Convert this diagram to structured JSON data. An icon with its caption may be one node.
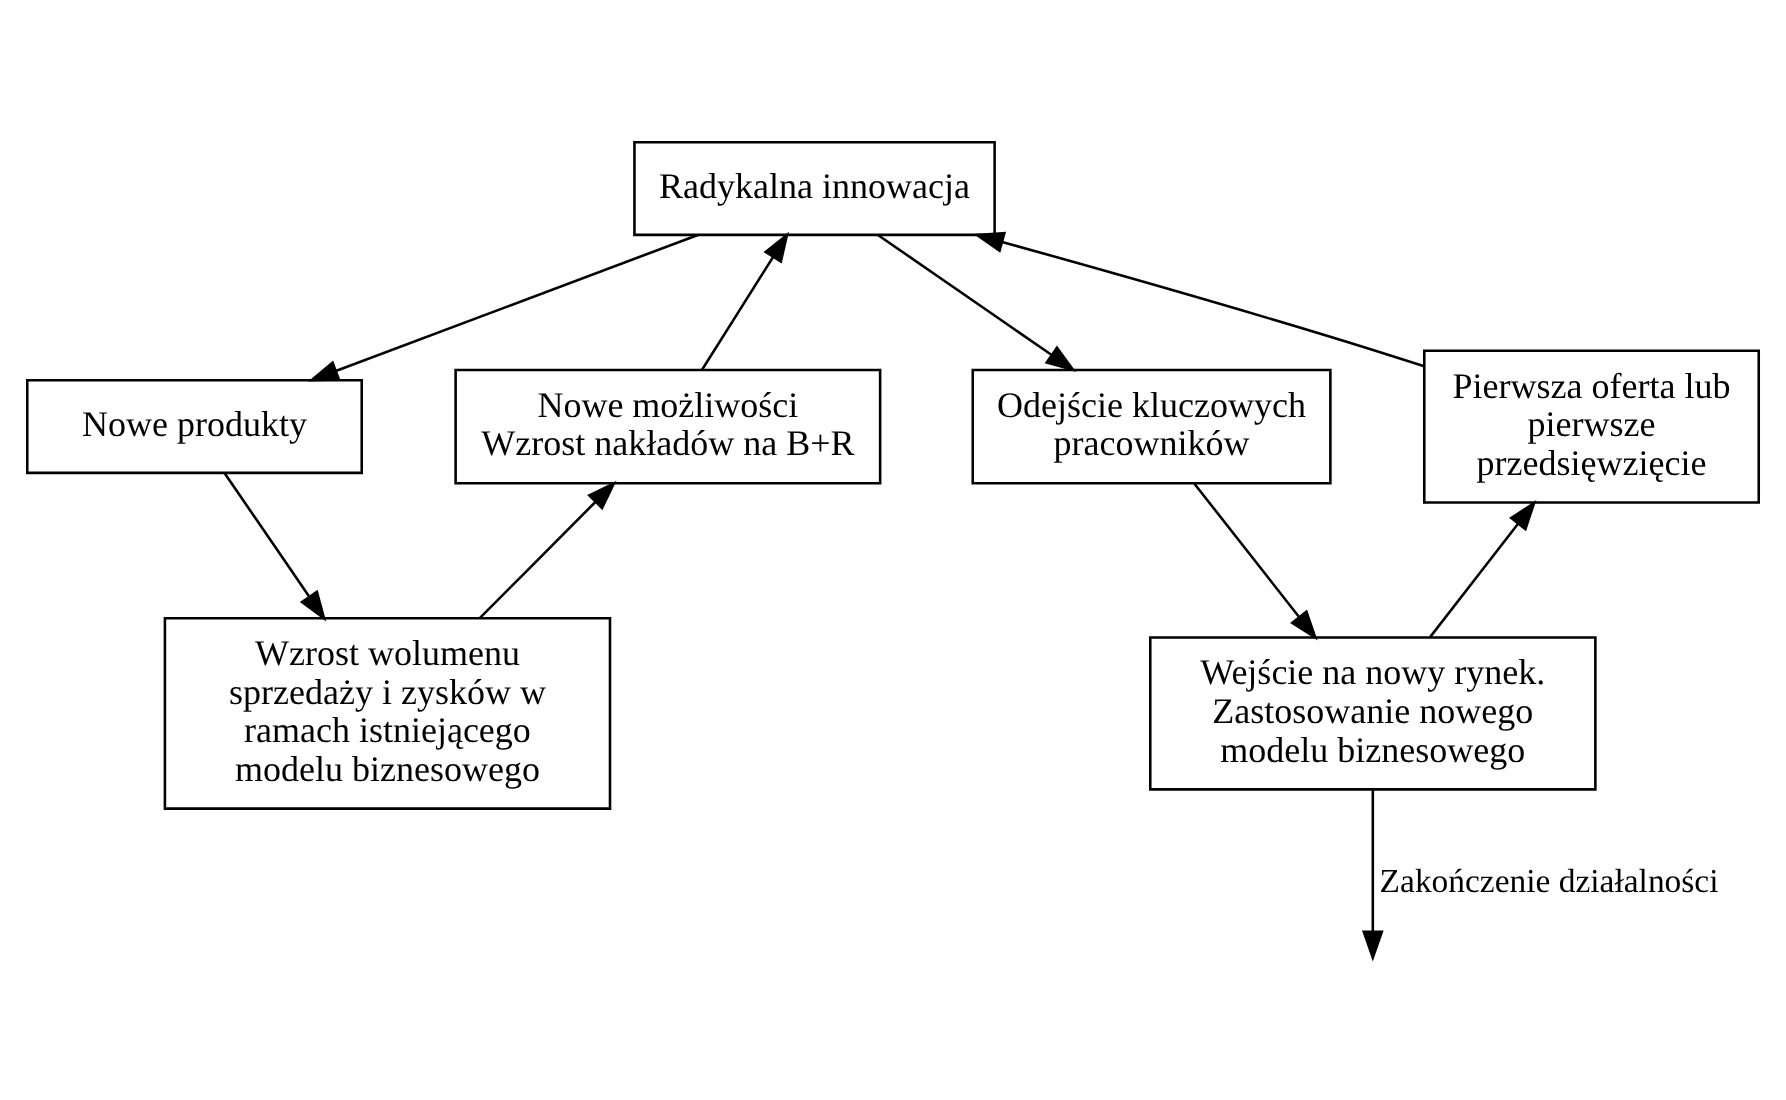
{
  "diagram": {
    "nodes": [
      {
        "text": [
          "Radykalna innowacja"
        ]
      },
      {
        "text": [
          "Pierwsza oferta lub pierwsze przedsięwzięcie"
        ]
      },
      {
        "text": [
          "Nowe możliwości",
          "Wzrost nakładów na B+R"
        ]
      },
      {
        "text": [
          "Nowe produkty"
        ]
      },
      {
        "text": [
          "Odejście kluczowych pracowników"
        ]
      },
      {
        "text": [
          "Wzrost wolumenu sprzedaży i zysków w ramach istniejącego modelu biznesowego"
        ]
      },
      {
        "text": [
          "Wejście na nowy rynek. Zastosowanie nowego modelu biznesowego"
        ]
      }
    ],
    "edges": [
      {
        "from": 1,
        "to": 0,
        "arrow": "to"
      },
      {
        "from": 2,
        "to": 0,
        "arrow": "to"
      },
      {
        "from": 0,
        "to": 3,
        "arrow": "to"
      },
      {
        "from": 0,
        "to": 4,
        "arrow": "to"
      },
      {
        "from": 3,
        "to": 5,
        "arrow": "to"
      },
      {
        "from": 5,
        "to": 2,
        "arrow": "to"
      },
      {
        "from": 4,
        "to": 6,
        "arrow": "to"
      },
      {
        "from": 6,
        "to": 1,
        "arrow": "to"
      },
      {
        "from": 6,
        "to": null,
        "label": "Zakończenie działalności",
        "arrow": "to"
      }
    ]
  }
}
